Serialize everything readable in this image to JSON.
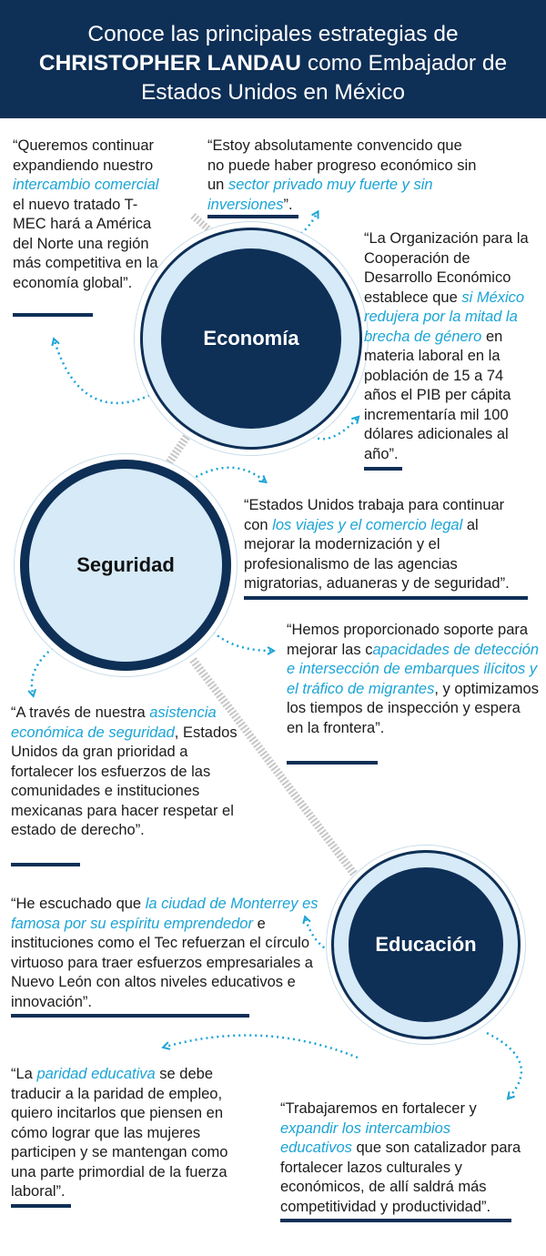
{
  "header": {
    "line1": "Conoce las principales estrategias de",
    "line2_bold": "CHRISTOPHER LANDAU",
    "line2_rest": " como Embajador de",
    "line3": "Estados Unidos en México"
  },
  "circles": {
    "economia": "Economía",
    "seguridad": "Seguridad",
    "educacion": "Educación"
  },
  "quotes": {
    "q1": {
      "pre": "“Queremos continuar expandiendo nuestro ",
      "hl": "intercambio comercial",
      "post": " el nuevo tratado T-MEC hará a América del Norte una región más competitiva en la economía global”."
    },
    "q2": {
      "pre": "“Estoy absolutamente convencido que no puede haber progreso económico sin un ",
      "hl": "sector privado muy fuerte y sin inversiones",
      "post": "”."
    },
    "q3": {
      "pre": "“La Organización para la Cooperación de Desarrollo Económico establece que ",
      "hl": "si México redujera por la mitad la brecha de género",
      "post": " en materia laboral en la población de 15 a 74 años el PIB per cápita incrementaría mil 100 dólares adicionales al año”."
    },
    "q4": {
      "pre": "“Estados Unidos trabaja para continuar con ",
      "hl": "los viajes y el comercio legal",
      "post": " al mejorar la modernización y el profesionalismo de las agencias migratorias, aduaneras y de seguridad”."
    },
    "q5": {
      "pre": "“Hemos proporcionado soporte para mejorar las c",
      "hl": "apacidades de detección e intersección de embarques ilícitos y el tráfico de migrantes",
      "post": ", y optimizamos los tiempos de inspección y espera en la frontera”."
    },
    "q6": {
      "pre": "“A través de nuestra ",
      "hl": "asistencia económica de seguridad",
      "post": ", Estados Unidos da gran prioridad a fortalecer los esfuerzos de las comunidades e instituciones mexicanas para hacer respetar el estado de derecho”."
    },
    "q7": {
      "pre": "“He escuchado que ",
      "hl": "la ciudad de Monterrey es famosa por su espíritu emprendedor",
      "post": " e instituciones como el Tec refuerzan el círculo virtuoso para traer esfuerzos empresariales a Nuevo León con altos niveles educativos e innovación”."
    },
    "q8": {
      "pre": "“La ",
      "hl": "paridad educativa",
      "post": " se debe traducir a la paridad de empleo, quiero incitarlos que piensen en cómo lograr que las mujeres participen y se mantengan como una parte primordial de la fuerza laboral”."
    },
    "q9": {
      "pre": "“Trabajaremos en fortalecer y ",
      "hl": "expandir los intercambios educativos",
      "post": " que son catalizador para fortalecer lazos culturales y económicos, de allí saldrá más competitividad y productividad”."
    }
  },
  "colors": {
    "navy": "#0e2f56",
    "light_blue": "#d6eaf8",
    "accent": "#1aa4d6",
    "stripe_gray": "#b9b9b9"
  }
}
